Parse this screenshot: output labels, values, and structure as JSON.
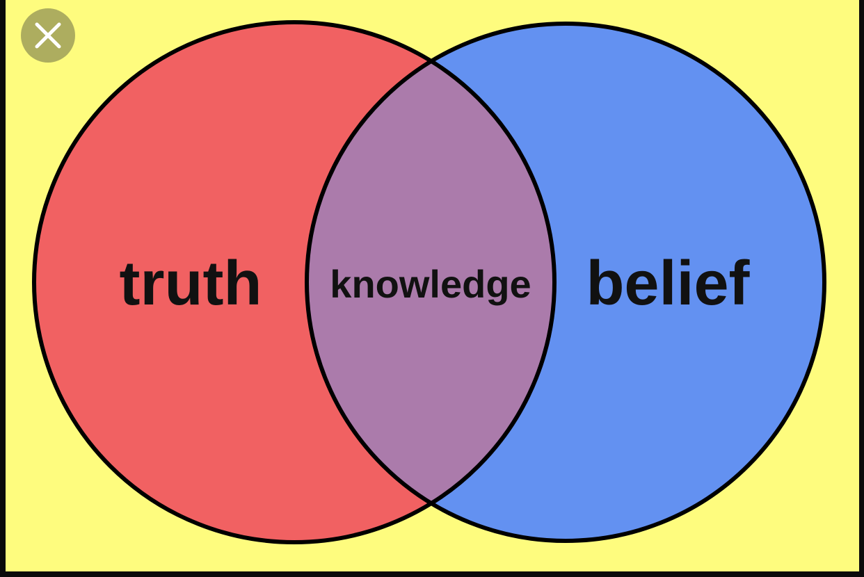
{
  "diagram": {
    "type": "venn",
    "sets": [
      {
        "id": "left",
        "label": "truth",
        "color": "#f16162"
      },
      {
        "id": "right",
        "label": "belief",
        "color": "#6391f1"
      }
    ],
    "intersection": {
      "label": "knowledge",
      "color": "#ab7bab"
    },
    "background_color": "#fefc7e",
    "outline_color": "#000000"
  },
  "overlay": {
    "close_icon": "close-icon",
    "close_color": "#adad5f"
  }
}
